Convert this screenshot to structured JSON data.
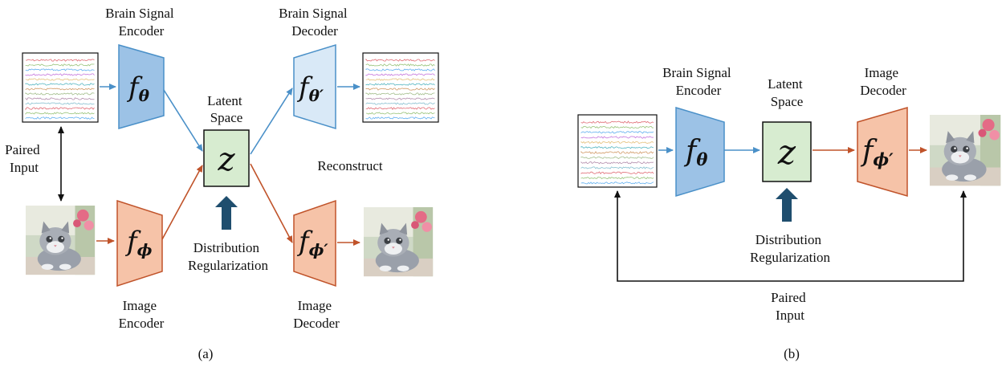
{
  "panel_a": {
    "caption": "(a)",
    "encoder_brain_label": [
      "Brain Signal",
      "Encoder"
    ],
    "decoder_brain_label": [
      "Brain Signal",
      "Decoder"
    ],
    "latent_label": [
      "Latent",
      "Space"
    ],
    "paired_input_label": [
      "Paired",
      "Input"
    ],
    "reconstruct_label": "Reconstruct",
    "regularization_label": [
      "Distribution",
      "Regularization"
    ],
    "image_encoder_label": [
      "Image",
      "Encoder"
    ],
    "image_decoder_label": [
      "Image",
      "Decoder"
    ],
    "f_symbol": "f",
    "theta": "θ",
    "theta_prime": "θ′",
    "phi": "ϕ",
    "phi_prime": "ϕ′",
    "z_symbol": "z"
  },
  "panel_b": {
    "caption": "(b)",
    "encoder_brain_label": [
      "Brain Signal",
      "Encoder"
    ],
    "latent_label": [
      "Latent",
      "Space"
    ],
    "image_decoder_label": [
      "Image",
      "Decoder"
    ],
    "regularization_label": [
      "Distribution",
      "Regularization"
    ],
    "paired_input_label": [
      "Paired",
      "Input"
    ],
    "f_symbol": "f",
    "theta": "θ",
    "phi_prime": "ϕ′",
    "z_symbol": "z"
  },
  "colors": {
    "blue_arrow": "#4a90c8",
    "orange_arrow": "#c0532a",
    "encoder_blue_fill": "#9cc2e6",
    "decoder_blue_fill": "#d9e9f7",
    "orange_fill": "#f6c3a8",
    "latent_fill": "#d7ecd0",
    "reg_arrow": "#1f4e6e"
  }
}
